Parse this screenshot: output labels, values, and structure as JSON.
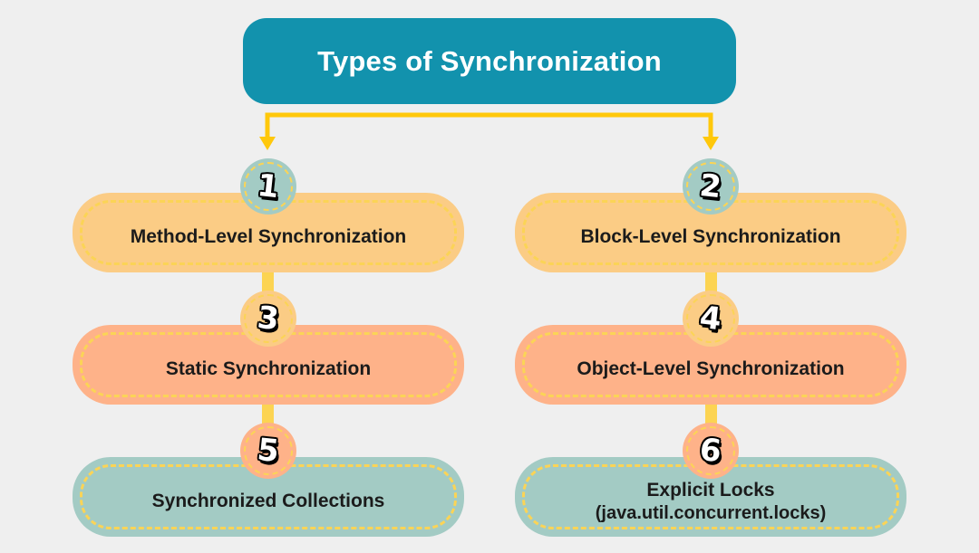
{
  "title": "Types of Synchronization",
  "nodes": [
    {
      "number": "1",
      "label": "Method-Level Synchronization",
      "sublabel": ""
    },
    {
      "number": "2",
      "label": "Block-Level Synchronization",
      "sublabel": ""
    },
    {
      "number": "3",
      "label": "Static Synchronization",
      "sublabel": ""
    },
    {
      "number": "4",
      "label": "Object-Level Synchronization",
      "sublabel": ""
    },
    {
      "number": "5",
      "label": "Synchronized Collections",
      "sublabel": ""
    },
    {
      "number": "6",
      "label": "Explicit Locks",
      "sublabel": "(java.util.concurrent.locks)"
    }
  ],
  "colors": {
    "background": "#EFEFEF",
    "header_teal": "#1292AD",
    "box_peach": "#FBCC85",
    "box_salmon": "#FEB289",
    "box_sage": "#A3CBC4",
    "dash_yellow": "#FBD456",
    "arrow_gold": "#FFC80B",
    "connector_gold": "#FCD452",
    "label_text": "#1B1B1B",
    "header_text": "#FFFFFF"
  }
}
